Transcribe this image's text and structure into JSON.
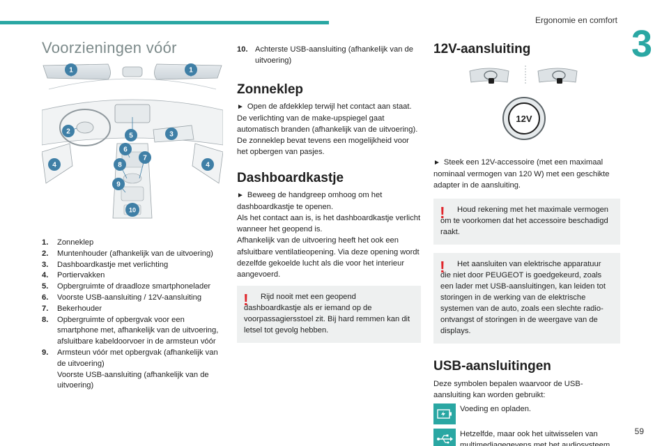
{
  "header": {
    "title": "Ergonomie en comfort",
    "chapter": "3",
    "page_number": "59"
  },
  "section_main": {
    "title": "Voorzieningen vóór",
    "callouts": [
      "1",
      "1",
      "2",
      "3",
      "4",
      "4",
      "5",
      "6",
      "7",
      "8",
      "9",
      "10"
    ],
    "items": [
      {
        "num": "1.",
        "text": "Zonneklep"
      },
      {
        "num": "2.",
        "text": "Muntenhouder (afhankelijk van de uitvoering)"
      },
      {
        "num": "3.",
        "text": "Dashboardkastje met verlichting"
      },
      {
        "num": "4.",
        "text": "Portiervakken"
      },
      {
        "num": "5.",
        "text": "Opbergruimte of draadloze smartphonelader"
      },
      {
        "num": "6.",
        "text": "Voorste USB-aansluiting / 12V-aansluiting"
      },
      {
        "num": "7.",
        "text": "Bekerhouder"
      },
      {
        "num": "8.",
        "text": "Opbergruimte of opbergvak voor een smartphone met, afhankelijk van de uitvoering, afsluitbare kabeldoorvoer in de armsteun vóór"
      },
      {
        "num": "9.",
        "text": "Armsteun vóór met opbergvak (afhankelijk van de uitvoering)",
        "text2": "Voorste USB-aansluiting (afhankelijk van de uitvoering)"
      },
      {
        "num": "10.",
        "text": "Achterste USB-aansluiting (afhankelijk van de uitvoering)"
      }
    ]
  },
  "zonneklep": {
    "title": "Zonneklep",
    "arrow": "►",
    "p1": "Open de afdekklep terwijl het contact aan staat. De verlichting van de make-upspiegel gaat automatisch branden (afhankelijk van de uitvoering).",
    "p2": "De zonneklep bevat tevens een mogelijkheid voor het opbergen van pasjes."
  },
  "dashboardkastje": {
    "title": "Dashboardkastje",
    "p1": "Beweeg de handgreep omhoog om het dashboardkastje te openen.",
    "p2": "Als het contact aan is, is het dashboardkastje verlicht wanneer het geopend is.",
    "p3": "Afhankelijk van de uitvoering heeft het ook een afsluitbare ventilatieopening. Via deze opening wordt dezelfde gekoelde lucht als die voor het interieur aangevoerd.",
    "warning": "Rijd nooit met een geopend dashboardkastje als er iemand op de voorpassagiersstoel zit. Bij hard remmen kan dit letsel tot gevolg hebben."
  },
  "twelve_v": {
    "title": "12V-aansluiting",
    "socket_label": "12V",
    "p1": "Steek een 12V-accessoire (met een maximaal nominaal vermogen van 120 W) met een geschikte adapter in de aansluiting.",
    "warning1": "Houd rekening met het maximale vermogen om te voorkomen dat het accessoire beschadigd raakt.",
    "warning2": "Het aansluiten van elektrische apparatuur die niet door PEUGEOT is goedgekeurd, zoals een lader met USB-aansluitingen, kan leiden tot storingen in de werking van de elektrische systemen van de auto, zoals een slechte radio-ontvangst of storingen in de weergave van de displays."
  },
  "usb": {
    "title": "USB-aansluitingen",
    "intro": "Deze symbolen bepalen waarvoor de USB-aansluiting kan worden gebruikt:",
    "row1": "Voeding en opladen.",
    "row2": "Hetzelfde, maar ook het uitwisselen van multimediagegevens met het audiosysteem."
  },
  "icons": {
    "warning": "warning-exclamation-icon",
    "charge": "battery-charging-icon",
    "usb": "usb-symbol-icon"
  },
  "colors": {
    "accent": "#2aa7a3",
    "warning": "#e0262c",
    "callout": "#3f7fa6"
  }
}
